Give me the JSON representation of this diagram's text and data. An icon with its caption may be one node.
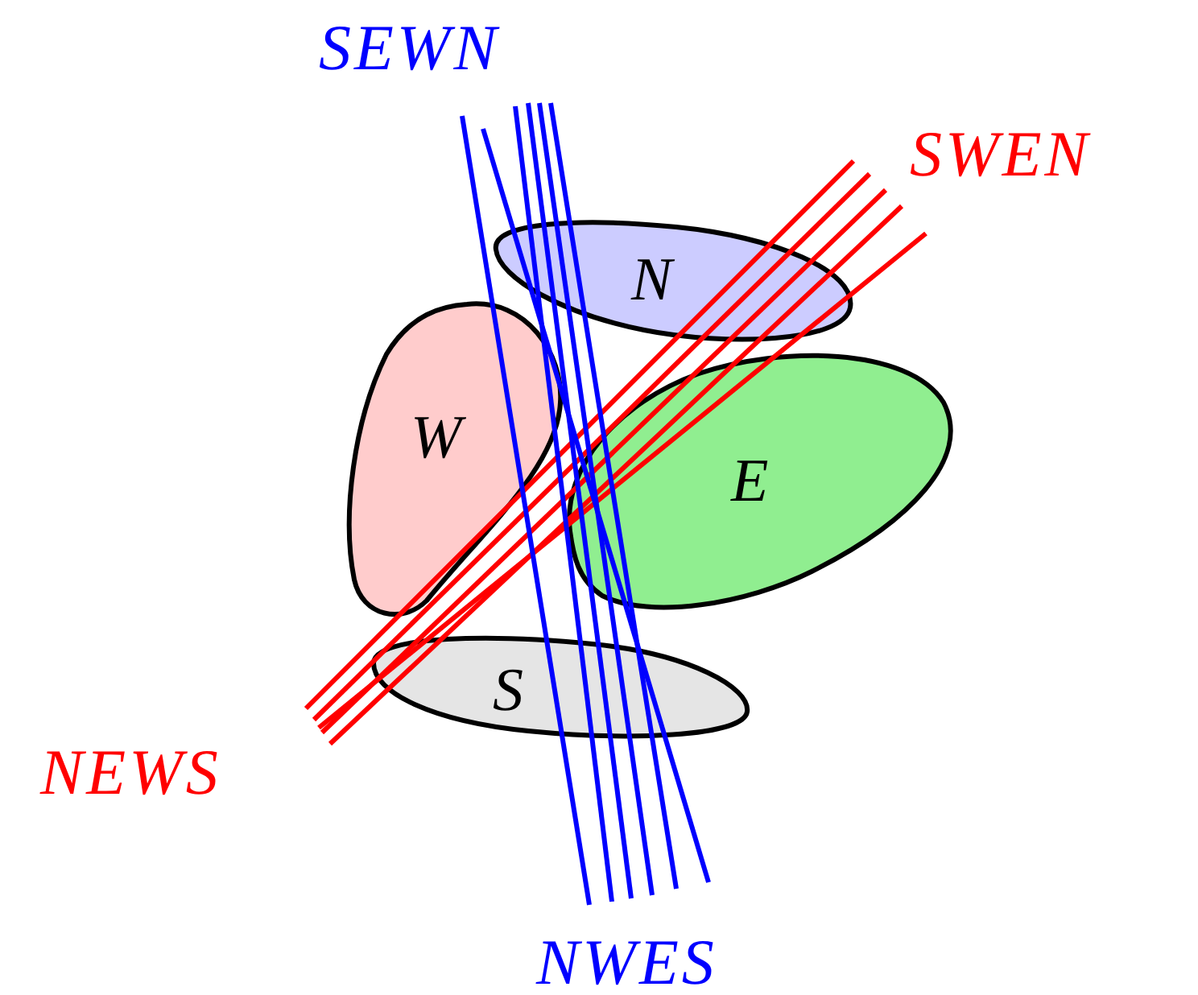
{
  "diagram": {
    "nodes": [
      {
        "text": [
          "N"
        ]
      },
      {
        "text": [
          "W"
        ]
      },
      {
        "text": [
          "E"
        ]
      },
      {
        "text": [
          "S"
        ]
      }
    ],
    "labels": [
      "SEWN",
      "SWEN",
      "NEWS",
      "NWES"
    ]
  }
}
